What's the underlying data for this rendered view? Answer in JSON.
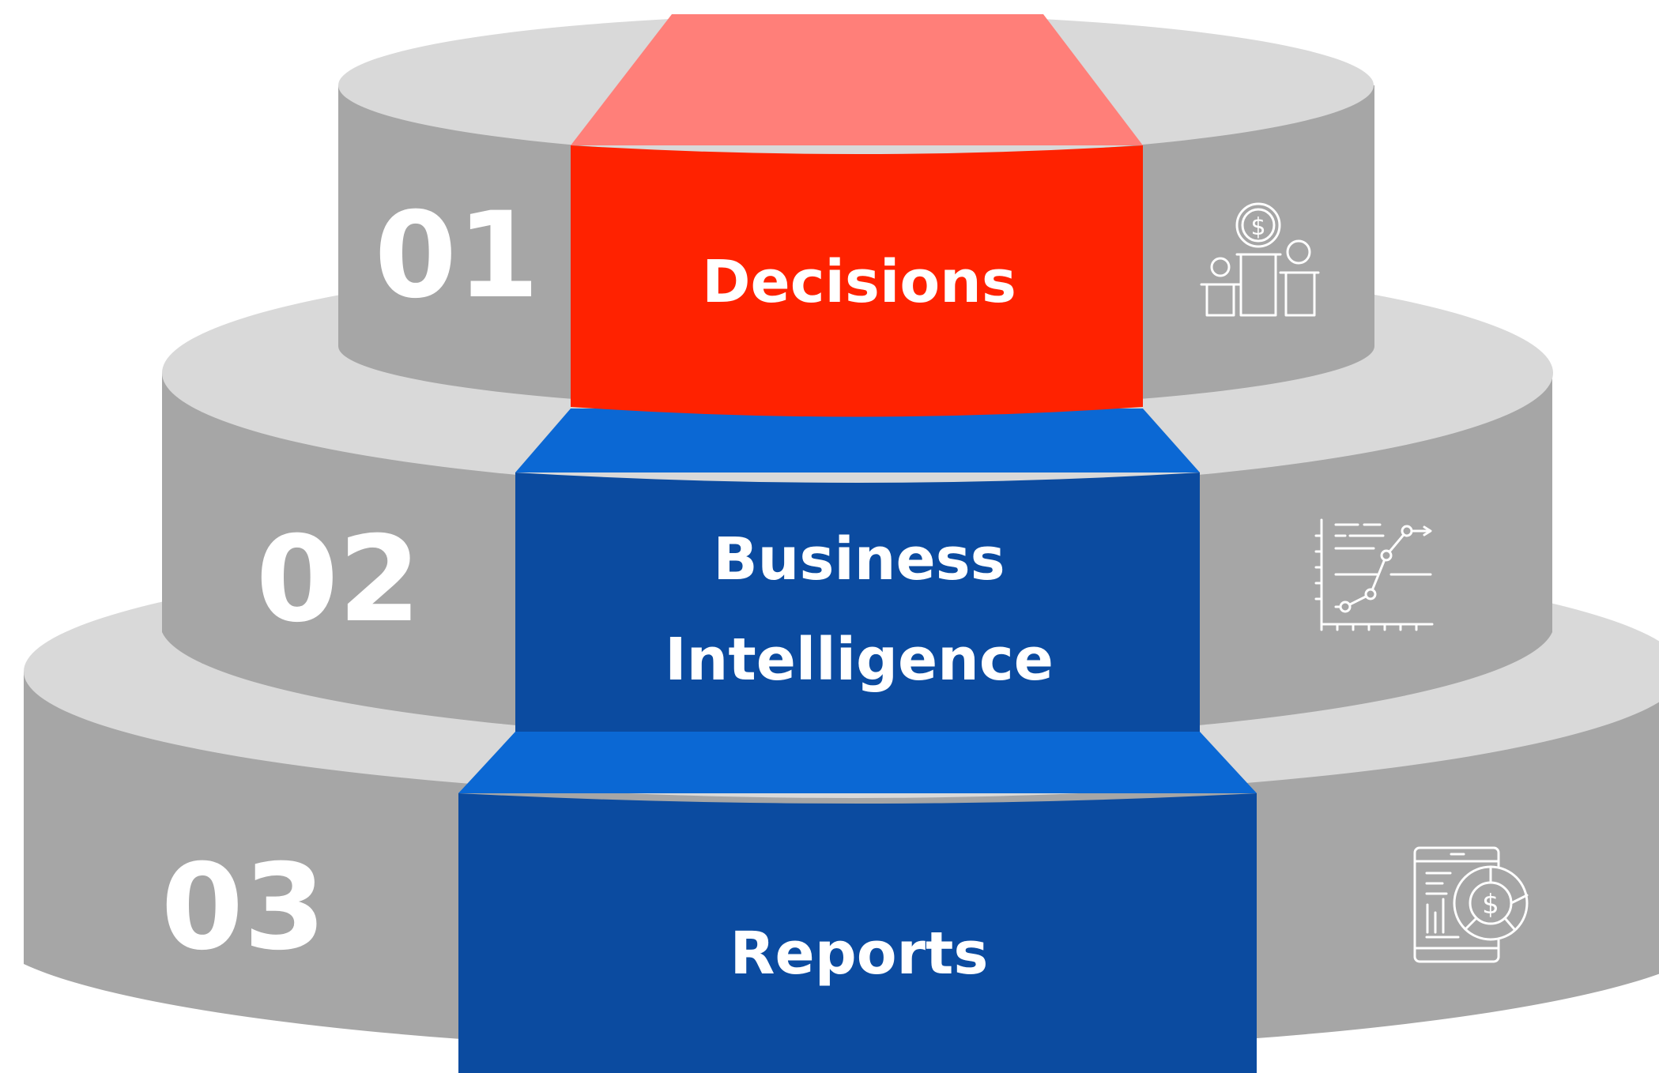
{
  "tiers": [
    {
      "number": "01",
      "label_lines": [
        "Decisions"
      ],
      "icon": "podium-coin-icon"
    },
    {
      "number": "02",
      "label_lines": [
        "Business",
        "Intelligence"
      ],
      "icon": "growth-chart-icon"
    },
    {
      "number": "03",
      "label_lines": [
        "Reports"
      ],
      "icon": "tablet-dollar-pie-icon"
    }
  ],
  "colors": {
    "disk_top": "#d9d9d9",
    "disk_side": "#a6a6a6",
    "red_front": "#ff2200",
    "red_top": "#ff7f79",
    "blue_front": "#0b4ba0",
    "blue_top": "#0b68d4",
    "text": "#ffffff"
  }
}
